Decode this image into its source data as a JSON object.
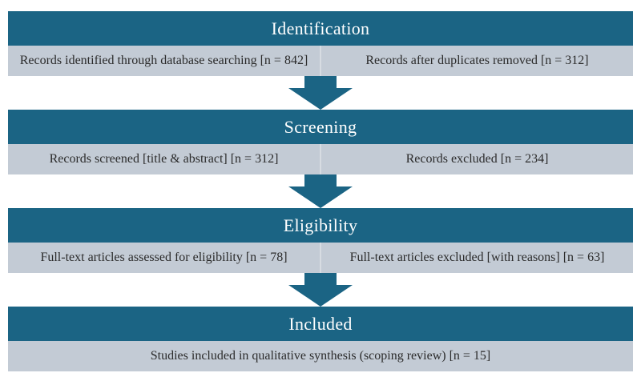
{
  "diagram": {
    "type": "prisma-flow-diagram",
    "sections": [
      {
        "title": "Identification",
        "cells": [
          "Records identified through database searching [n = 842]",
          "Records after duplicates removed [n = 312]"
        ]
      },
      {
        "title": "Screening",
        "cells": [
          "Records screened [title & abstract] [n = 312]",
          "Records excluded [n = 234]"
        ]
      },
      {
        "title": "Eligibility",
        "cells": [
          "Full-text articles assessed for eligibility [n = 78]",
          "Full-text articles excluded [with reasons] [n = 63]"
        ]
      },
      {
        "title": "Included",
        "cells": [
          "Studies included in qualitative synthesis (scoping review) [n = 15]"
        ]
      }
    ]
  },
  "colors": {
    "header_bg": "#1b6484",
    "cell_bg": "#c3cbd5",
    "cell_divider": "#d7dce2",
    "arrow": "#1b6484",
    "header_text": "#ffffff",
    "cell_text": "#2b2b2b",
    "page_bg": "#ffffff"
  }
}
